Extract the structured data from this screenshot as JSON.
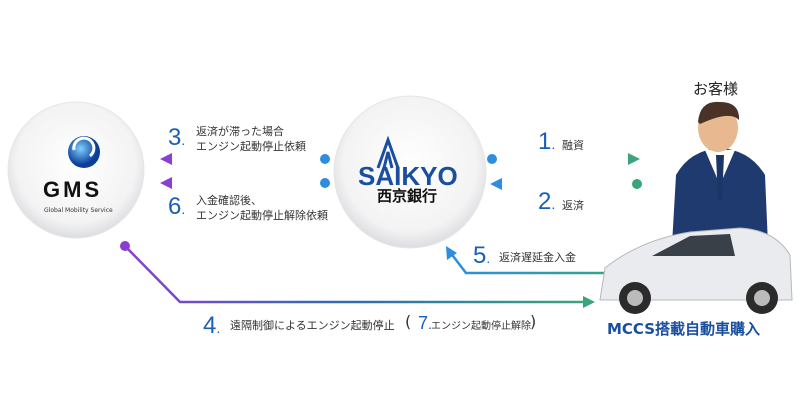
{
  "gms": {
    "logo_text": "GMS",
    "tagline": "Global Mobility Service"
  },
  "bank": {
    "logo_text": "SAIKYO",
    "name_jp": "西京銀行"
  },
  "customer": {
    "label": "お客様",
    "purchase_label": "MCCS搭載自動車購入"
  },
  "steps": [
    {
      "num": "1",
      "text": "融資"
    },
    {
      "num": "2",
      "text": "返済"
    },
    {
      "num": "3",
      "text_line1": "返済が滞った場合",
      "text_line2": "エンジン起動停止依頼"
    },
    {
      "num": "4",
      "text": "遠隔制御によるエンジン起動停止"
    },
    {
      "num": "5",
      "text": "返済遅延金入金"
    },
    {
      "num": "6",
      "text_line1": "入金確認後、",
      "text_line2": "エンジン起動停止解除依頼"
    },
    {
      "num": "7",
      "text": "エンジン起動停止解除"
    }
  ],
  "paren_open": "(",
  "paren_close": ")",
  "colors": {
    "purple": "#8a3fd1",
    "blue": "#2d8ee0",
    "green": "#3aa57a",
    "navy": "#1a4fa0"
  }
}
